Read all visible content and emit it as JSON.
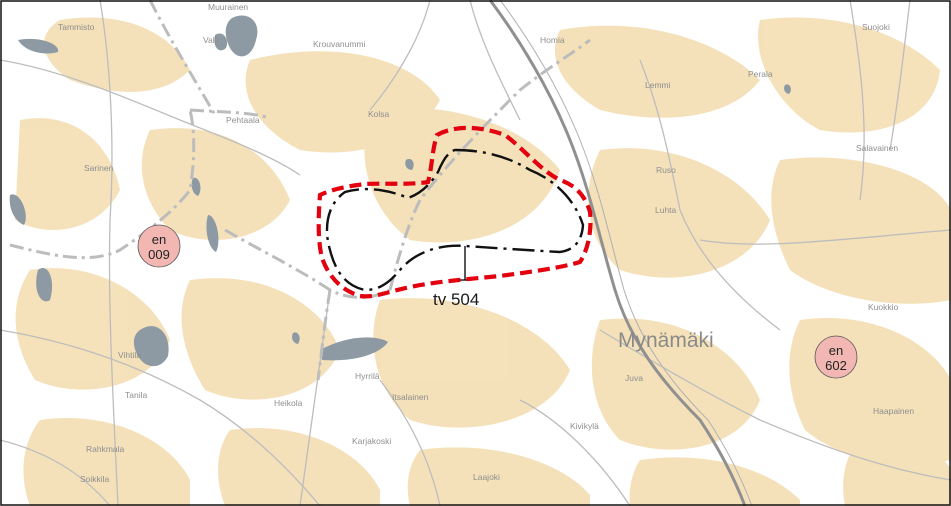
{
  "map": {
    "region_label": "Mynämäki",
    "annotation_label": "tv 504",
    "markers": [
      {
        "line1": "en",
        "line2": "009"
      },
      {
        "line1": "en",
        "line2": "602"
      }
    ],
    "places": [
      "Muurainen",
      "Tammisto",
      "Valli",
      "Krouvanummi",
      "Pehtaala",
      "Sarinen",
      "Kolsa",
      "Homia",
      "Lemmi",
      "Perala",
      "Suojoki",
      "Salavainen",
      "Ruso",
      "Luhta",
      "Kuokkio",
      "Haapainen",
      "Juva",
      "Kivikylä",
      "Hyrrilä",
      "Itsalainen",
      "Heikola",
      "Karjakoski",
      "Laajoki",
      "Vihtila",
      "Tanila",
      "Rahkmala",
      "Soikkila"
    ],
    "colors": {
      "background": "#ffffff",
      "fields": "#f3dcae",
      "water": "#8e9aa3",
      "boundary_dashed": "#e3000f",
      "area_outline": "#111111",
      "marker_fill": "#f2b7b3",
      "roads": "#a7a7a7"
    }
  }
}
